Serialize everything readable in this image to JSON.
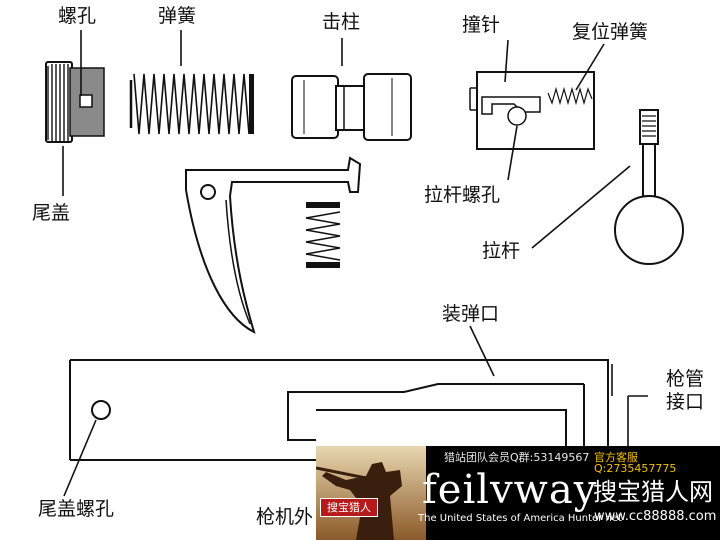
{
  "labels": {
    "screw_hole": "螺孔",
    "spring": "弹簧",
    "striker_post": "击柱",
    "firing_pin": "撞针",
    "return_spring": "复位弹簧",
    "end_cap": "尾盖",
    "pull_rod_screw_hole": "拉杆螺孔",
    "pull_rod": "拉杆",
    "loading_port": "装弹口",
    "barrel_connection_line1": "枪管",
    "barrel_connection_line2": "接口",
    "end_cap_screw_hole": "尾盖螺孔",
    "bolt_outer": "枪机外"
  },
  "watermark": {
    "qq_group": "猎站团队会员Q群:53149567",
    "service_qq": "官方客服Q:2735457775",
    "brand_word": "feilvway",
    "brand_cn": "搜宝猎人网",
    "badge": "搜宝猎人",
    "tagline": "The United States of America Hunter net",
    "url": "www.cc88888.com"
  },
  "colors": {
    "line": "#111111",
    "cap_shade": "#8a8a8a",
    "banner_bg": "#000000",
    "banner_accent": "#f2c300",
    "badge": "#b51b1b"
  }
}
